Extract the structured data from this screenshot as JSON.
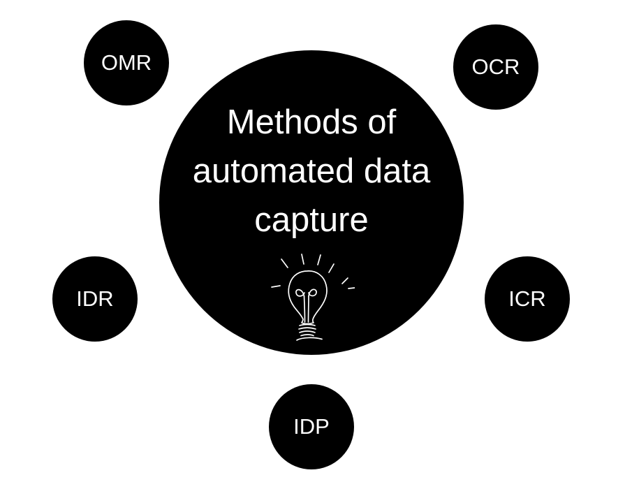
{
  "diagram": {
    "central": {
      "title": "Methods of automated data capture",
      "icon": "lightbulb-icon"
    },
    "nodes": [
      {
        "label": "OMR"
      },
      {
        "label": "OCR"
      },
      {
        "label": "IDR"
      },
      {
        "label": "ICR"
      },
      {
        "label": "IDP"
      }
    ],
    "colors": {
      "node_fill": "#000000",
      "node_text": "#ffffff",
      "background": "#ffffff"
    }
  }
}
